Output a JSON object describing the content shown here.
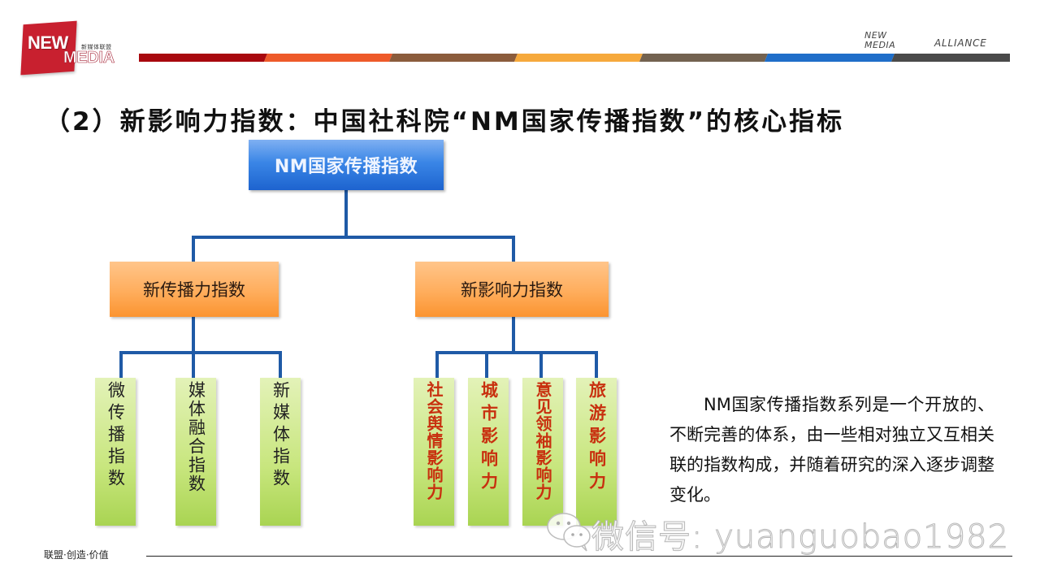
{
  "header": {
    "logo": {
      "line1": "NEW",
      "line2": "MEDIA",
      "cn_tagline": "新媒体联盟",
      "color": "#c8202f"
    },
    "right_label_1": "NEW\nMEDIA",
    "right_label_2": "ALLIANCE",
    "stripe_colors": [
      "#a8080e",
      "#ee5a2a",
      "#8b5c3c",
      "#f6a93c",
      "#736250",
      "#1f6ec9",
      "#4a4a4a"
    ]
  },
  "slide": {
    "title": "（2）新影响力指数：中国社科院“NM国家传播指数”的核心指标"
  },
  "diagram": {
    "root": {
      "label": "NM国家传播指数",
      "color": "#3a86e6"
    },
    "branches": [
      {
        "label": "新传播力指数",
        "color": "#ffad5c",
        "children": [
          {
            "label": "微传播指数"
          },
          {
            "label": "媒体融合指数"
          },
          {
            "label": "新媒体指数"
          }
        ]
      },
      {
        "label": "新影响力指数",
        "color": "#ffad5c",
        "children": [
          {
            "label": "社会舆情影响力"
          },
          {
            "label": "城市影响力"
          },
          {
            "label": "意见领袖影响力"
          },
          {
            "label": "旅游影响力"
          }
        ]
      }
    ],
    "leaf_color": "#c8e67e",
    "connector_color": "#1f5aa6",
    "right_leaf_text_color": "#c8300f"
  },
  "description": {
    "text": "NM国家传播指数系列是一个开放的、不断完善的体系，由一些相对独立又互相关联的指数构成，并随着研究的深入逐步调整变化。"
  },
  "watermark": {
    "icon": "wechat-icon",
    "text": "微信号: yuanguobao1982"
  },
  "footer": {
    "slogan": "联盟·创造·价值"
  }
}
